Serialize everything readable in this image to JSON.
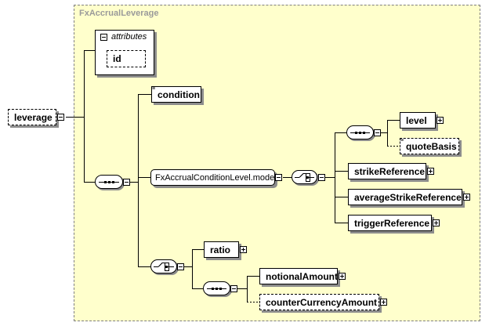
{
  "diagram": {
    "complex_type_name": "FxAccrualLeverage",
    "attributes_label": "attributes",
    "attributes": [
      "id"
    ],
    "root_element": "leverage",
    "elements": {
      "condition": "condition",
      "group": "FxAccrualConditionLevel.model",
      "level": "level",
      "quote_basis": "quoteBasis",
      "strike_reference": "strikeReference",
      "average_strike_reference": "averageStrikeReference",
      "trigger_reference": "triggerReference",
      "ratio": "ratio",
      "notional_amount": "notionalAmount",
      "counter_currency_amount": "counterCurrencyAmount"
    }
  }
}
